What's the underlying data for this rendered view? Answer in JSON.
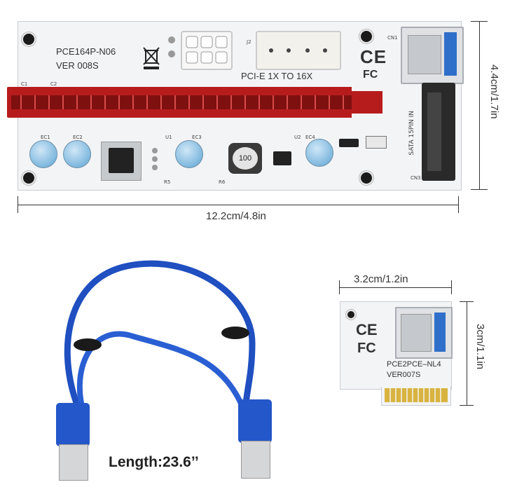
{
  "main_board": {
    "model": "PCE164P-N06",
    "version": "VER 008S",
    "slot_label": "PCI-E 1X TO 16X",
    "sata_label": "SATA 15PIN IN",
    "inductor_value": "100",
    "dim_width": "12.2cm/4.8in",
    "dim_height": "4.4cm/1.7in"
  },
  "small_board": {
    "model": "PCE2PCE–NL4",
    "version": "VER007S",
    "dim_width": "3.2cm/1.2in",
    "dim_height": "3cm/1.1in"
  },
  "cable": {
    "length_label": "Length:23.6’’"
  },
  "marks": {
    "ce": "CE",
    "fc": "FC"
  }
}
